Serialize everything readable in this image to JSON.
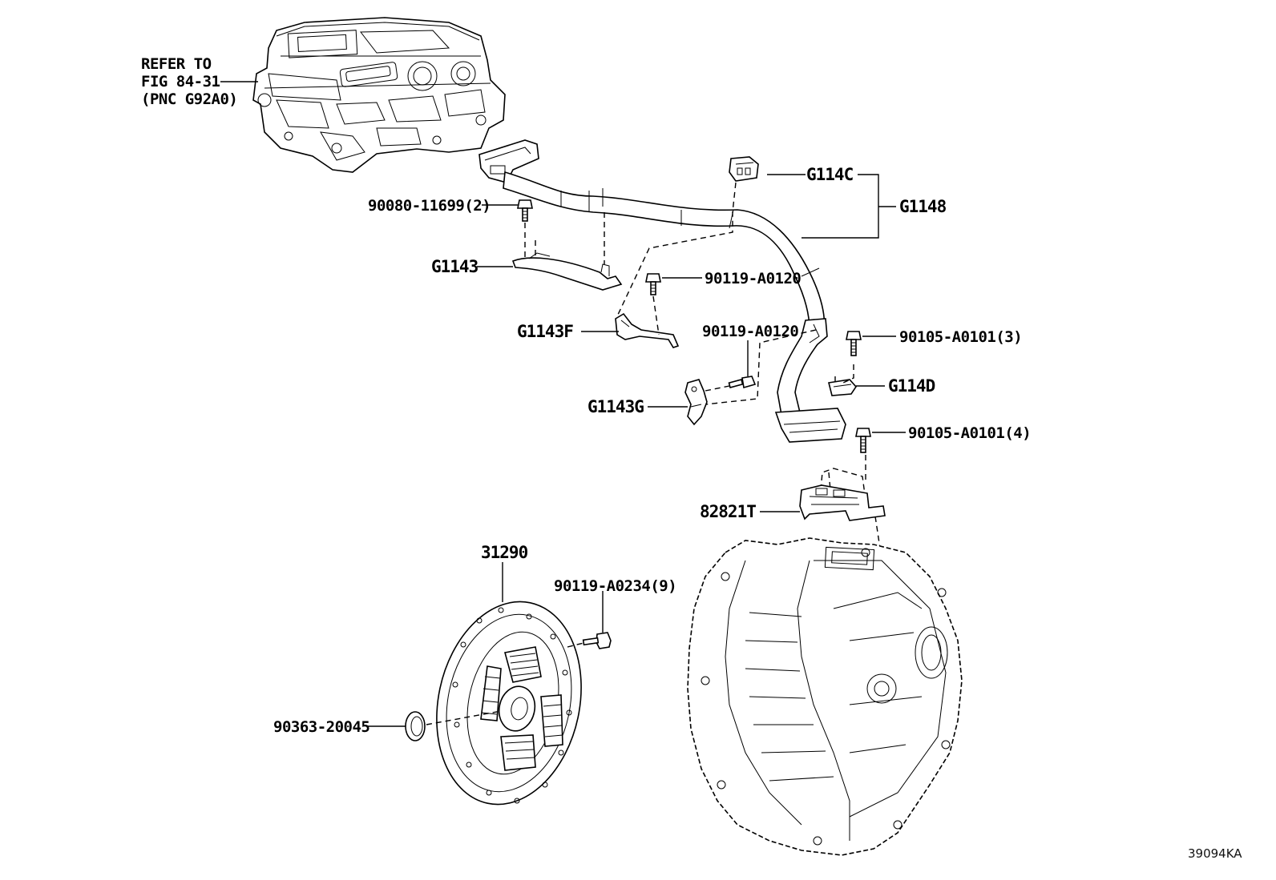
{
  "reference_note": [
    "REFER TO",
    "FIG 84-31",
    "(PNC G92A0)"
  ],
  "labels": {
    "bolt_90080": "90080-11699(2)",
    "g1143": "G1143",
    "g1143f": "G1143F",
    "g1143g": "G1143G",
    "bolt_90119_a": "90119-A0120",
    "bolt_90119_b": "90119-A0120",
    "g114c": "G114C",
    "g1148": "G1148",
    "bolt_90105_3": "90105-A0101(3)",
    "g114d": "G114D",
    "bolt_90105_4": "90105-A0101(4)",
    "p82821t": "82821T",
    "p31290": "31290",
    "bolt_90119_a0234": "90119-A0234(9)",
    "seal_90363": "90363-20045"
  },
  "diagram_code": "39094KA"
}
